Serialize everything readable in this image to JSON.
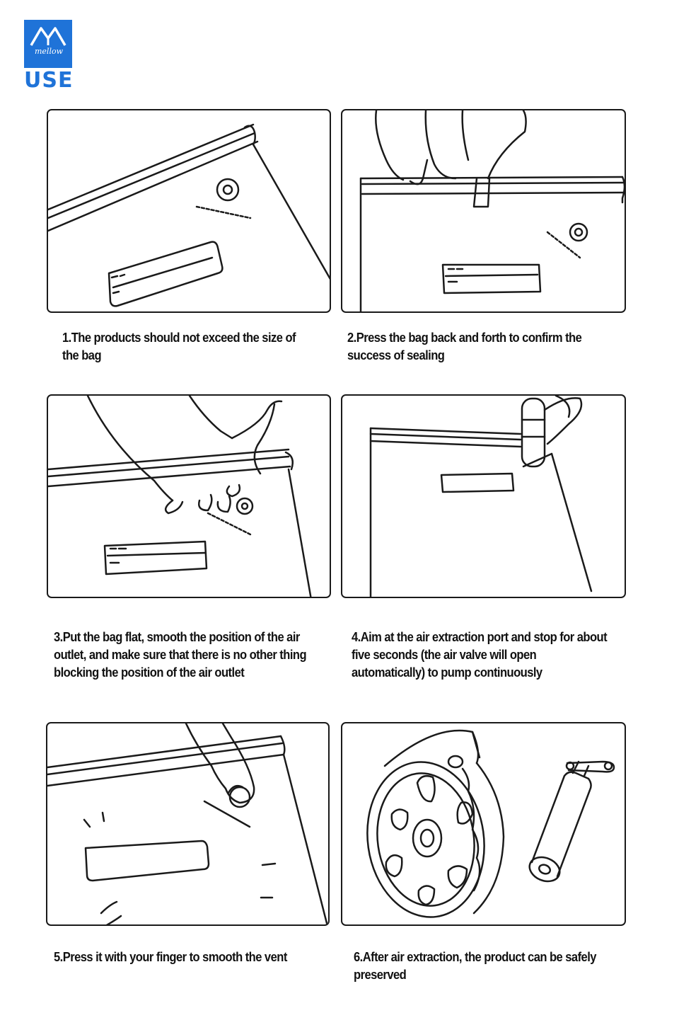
{
  "header": {
    "logo_text": "mellow",
    "title": "USE"
  },
  "colors": {
    "accent": "#1f73d8",
    "ink": "#1a1a1a"
  },
  "steps": [
    {
      "caption": "1.The products should not exceed the size of the bag",
      "illustration": "bag-with-zipper-and-label"
    },
    {
      "caption": "2.Press the bag back and forth to confirm the success of sealing",
      "illustration": "hands-pressing-zipper"
    },
    {
      "caption": "3.Put the bag flat, smooth the position of the air outlet, and make sure that there is no other thing blocking the position of the air outlet",
      "illustration": "hand-smoothing-valve"
    },
    {
      "caption": "4.Aim at the air extraction port and stop for about five seconds (the air valve will open automatically) to pump continuously",
      "illustration": "hand-pump-on-valve"
    },
    {
      "caption": "5.Press it with your finger to smooth the vent",
      "illustration": "finger-pressing-vent"
    },
    {
      "caption": "6.After air extraction, the product can be safely preserved",
      "illustration": "sealed-spool-and-pump"
    }
  ]
}
